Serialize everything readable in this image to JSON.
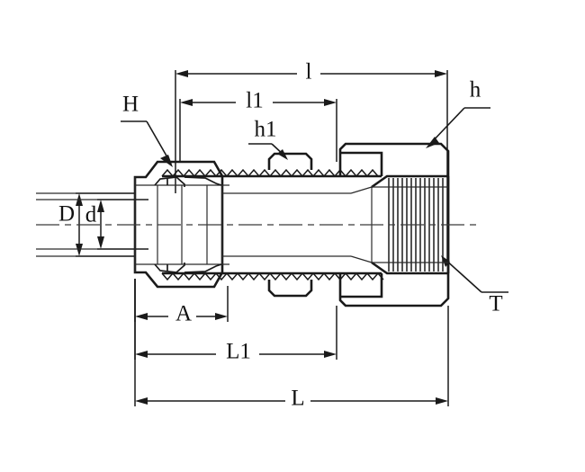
{
  "drawing": {
    "title": "Tube fitting cross-section dimensional drawing",
    "type": "engineering-line-drawing",
    "background_color": "#ffffff",
    "line_color": "#1a1a1a",
    "callouts": {
      "nut_across_flats": "H",
      "body_hex": "h1",
      "female_hex": "h",
      "tube_od": "D",
      "tube_id": "d",
      "thread_spec": "T"
    },
    "dimensions": {
      "l": "l",
      "l1": "l1",
      "A": "A",
      "L1": "L1",
      "L": "L"
    }
  }
}
